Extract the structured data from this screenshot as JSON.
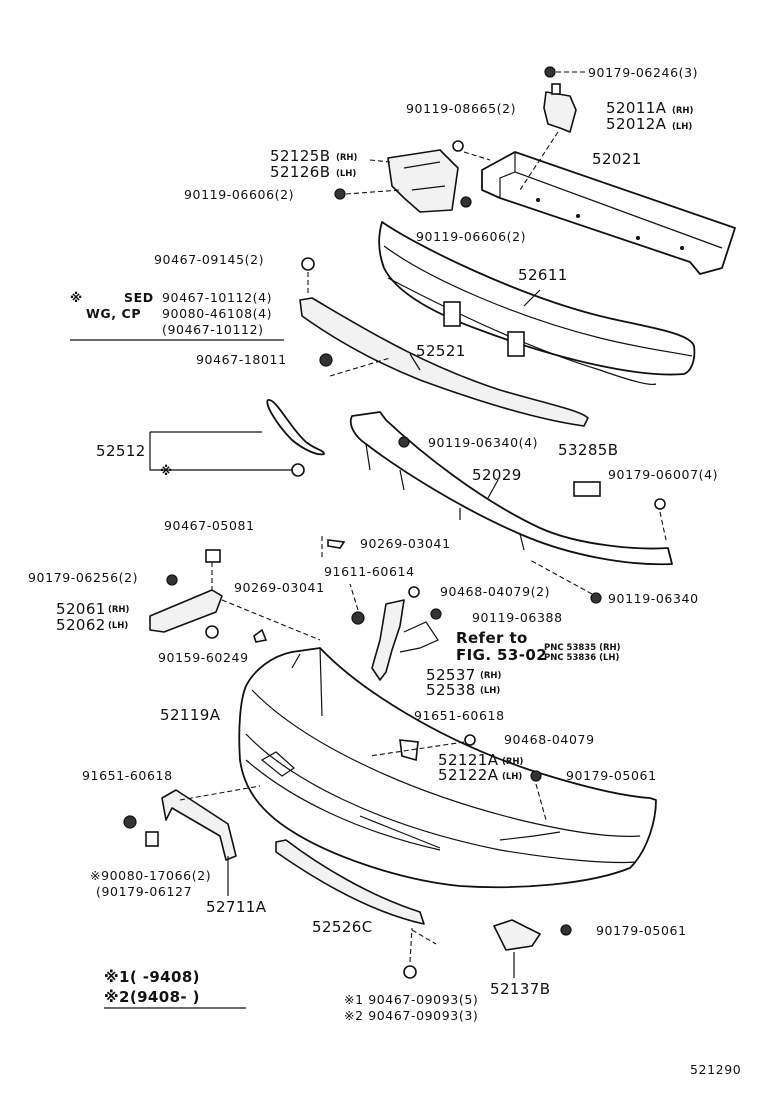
{
  "labels": {
    "n90179_06246": "90179-06246(3)",
    "n90119_08665": "90119-08665(2)",
    "n52011a": "52011A",
    "n52012a": "52012A",
    "rh": "(RH)",
    "lh": "(LH)",
    "n52125b": "52125B",
    "n52126b": "52126B",
    "n52021": "52021",
    "n90119_06606a": "90119-06606(2)",
    "n90119_06606b": "90119-06606(2)",
    "n90467_09145": "90467-09145(2)",
    "n52611": "52611",
    "star": "※",
    "sed": "SED",
    "wgcp": "WG, CP",
    "n90467_10112": "90467-10112(4)",
    "n90080_46108": "90080-46108(4)",
    "n90467_10112p": "(90467-10112)",
    "n90467_18011": "90467-18011",
    "n52521": "52521",
    "n52512": "52512",
    "n90119_06340a": "90119-06340(4)",
    "n53285b": "53285B",
    "n90179_06007": "90179-06007(4)",
    "n52029": "52029",
    "n90467_05081": "90467-05081",
    "n90269_03041a": "90269-03041",
    "n90179_06256": "90179-06256(2)",
    "n90269_03041b": "90269-03041",
    "n91611_60614": "91611-60614",
    "n90468_04079a": "90468-04079(2)",
    "n90119_06340b": "90119-06340",
    "n52061": "52061",
    "n52062": "52062",
    "n90119_06388": "90119-06388",
    "refer_to": "Refer to",
    "fig": "FIG. 53-02",
    "pnc1": "PNC 53835 (RH)",
    "pnc2": "PNC 53836 (LH)",
    "n90159_60249": "90159-60249",
    "n52537": "52537",
    "n52538": "52538",
    "n52119a": "52119A",
    "n91651_60618a": "91651-60618",
    "n90468_04079b": "90468-04079",
    "n52121a": "52121A",
    "n52122a": "52122A",
    "n90179_05061a": "90179-05061",
    "n91651_60618b": "91651-60618",
    "n90080_17066": "※90080-17066(2)",
    "n90179_06127": "(90179-06127",
    "n52711a": "52711A",
    "n52526c": "52526C",
    "n90179_05061b": "90179-05061",
    "n52137b": "52137B",
    "legend1": "※1(    -9408)",
    "legend2": "※2(9408-    )",
    "n90467_09093a": "※1  90467-09093(5)",
    "n90467_09093b": "※2  90467-09093(3)",
    "figure_no": "521290"
  }
}
